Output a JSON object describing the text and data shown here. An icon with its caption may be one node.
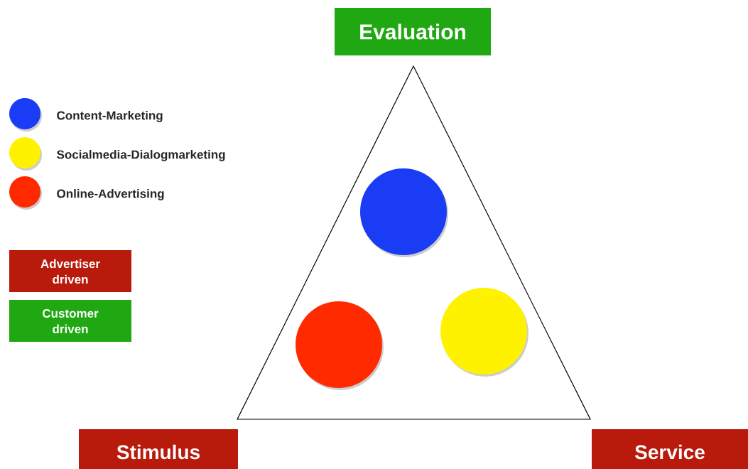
{
  "diagram": {
    "nodes": [
      {
        "text": [
          "Evaluation"
        ]
      },
      {
        "text": [],
        "shape": "triangle"
      },
      {
        "text": [],
        "shape": "circle",
        "in": 1
      },
      {
        "text": [],
        "shape": "circle",
        "in": 1
      },
      {
        "text": [],
        "shape": "circle",
        "in": 1
      },
      {
        "text": [
          "Stimulus"
        ]
      },
      {
        "text": [
          "Service"
        ]
      }
    ],
    "edges": [],
    "legend": [
      {
        "text": "Content-Marketing",
        "color": "#1a3cf5"
      },
      {
        "text": "Socialmedia-Dialogmarketing",
        "color": "#fff200"
      },
      {
        "text": "Online-Advertising",
        "color": "#ff2a00"
      },
      {
        "text": "Advertiser driven",
        "color": "#b81a0c"
      },
      {
        "text": "Customer driven",
        "color": "#1fa812"
      }
    ]
  }
}
